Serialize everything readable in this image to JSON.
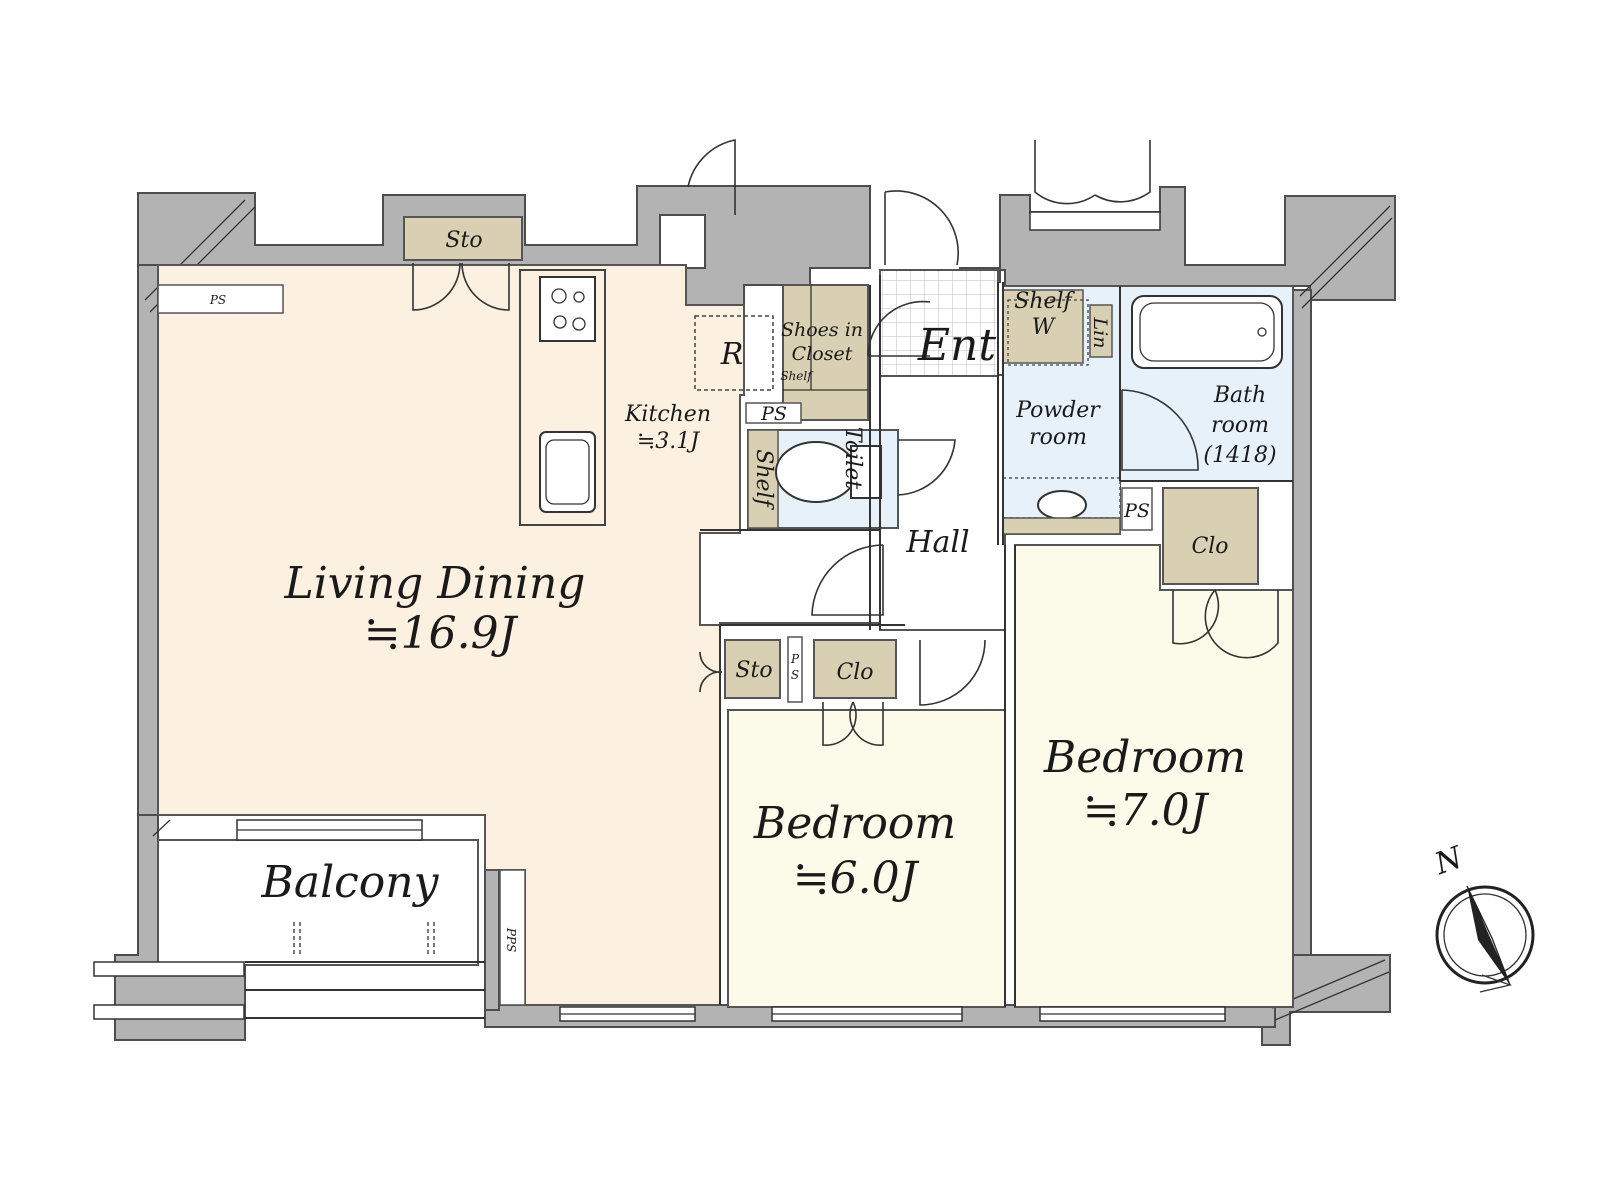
{
  "colors": {
    "wall": "#b3b3b3",
    "living": "#fcf0e0",
    "bedroom": "#fcfbea",
    "wet": "#e6f1fa",
    "storage": "#d9d0b3",
    "floor_white": "#ffffff"
  },
  "rooms": {
    "living": {
      "name": "Living Dining",
      "area": "≒16.9J"
    },
    "kitchen": {
      "name": "Kitchen",
      "area": "≒3.1J"
    },
    "bedroom_small": {
      "name": "Bedroom",
      "area": "≒6.0J"
    },
    "bedroom_large": {
      "name": "Bedroom",
      "area": "≒7.0J"
    },
    "balcony": {
      "name": "Balcony"
    },
    "hall": {
      "name": "Hall"
    },
    "entrance": {
      "name": "Ent"
    },
    "toilet": {
      "name": "Toilet"
    },
    "powder": {
      "name_line1": "Powder",
      "name_line2": "room"
    },
    "bath": {
      "name_line1": "Bath",
      "name_line2": "room",
      "name_line3": "(1418)"
    }
  },
  "storage": {
    "sto_top": "Sto",
    "sto_mid": "Sto",
    "clo_mid": "Clo",
    "clo_right": "Clo",
    "shoes_line1": "Shoes in",
    "shoes_line2": "Closet",
    "shoes_shelf": "Shelf",
    "fridge": "R",
    "toilet_shelf": "Shelf",
    "powder_shelf": "Shelf",
    "washer": "W",
    "linen": "Lin"
  },
  "pipe_spaces": {
    "ps_top_left": "PS",
    "ps_kitchen": "PS",
    "ps_bath": "PS",
    "ps_closet_line1": "P",
    "ps_closet_line2": "S",
    "pps": "PPS"
  },
  "compass": {
    "label": "N"
  }
}
